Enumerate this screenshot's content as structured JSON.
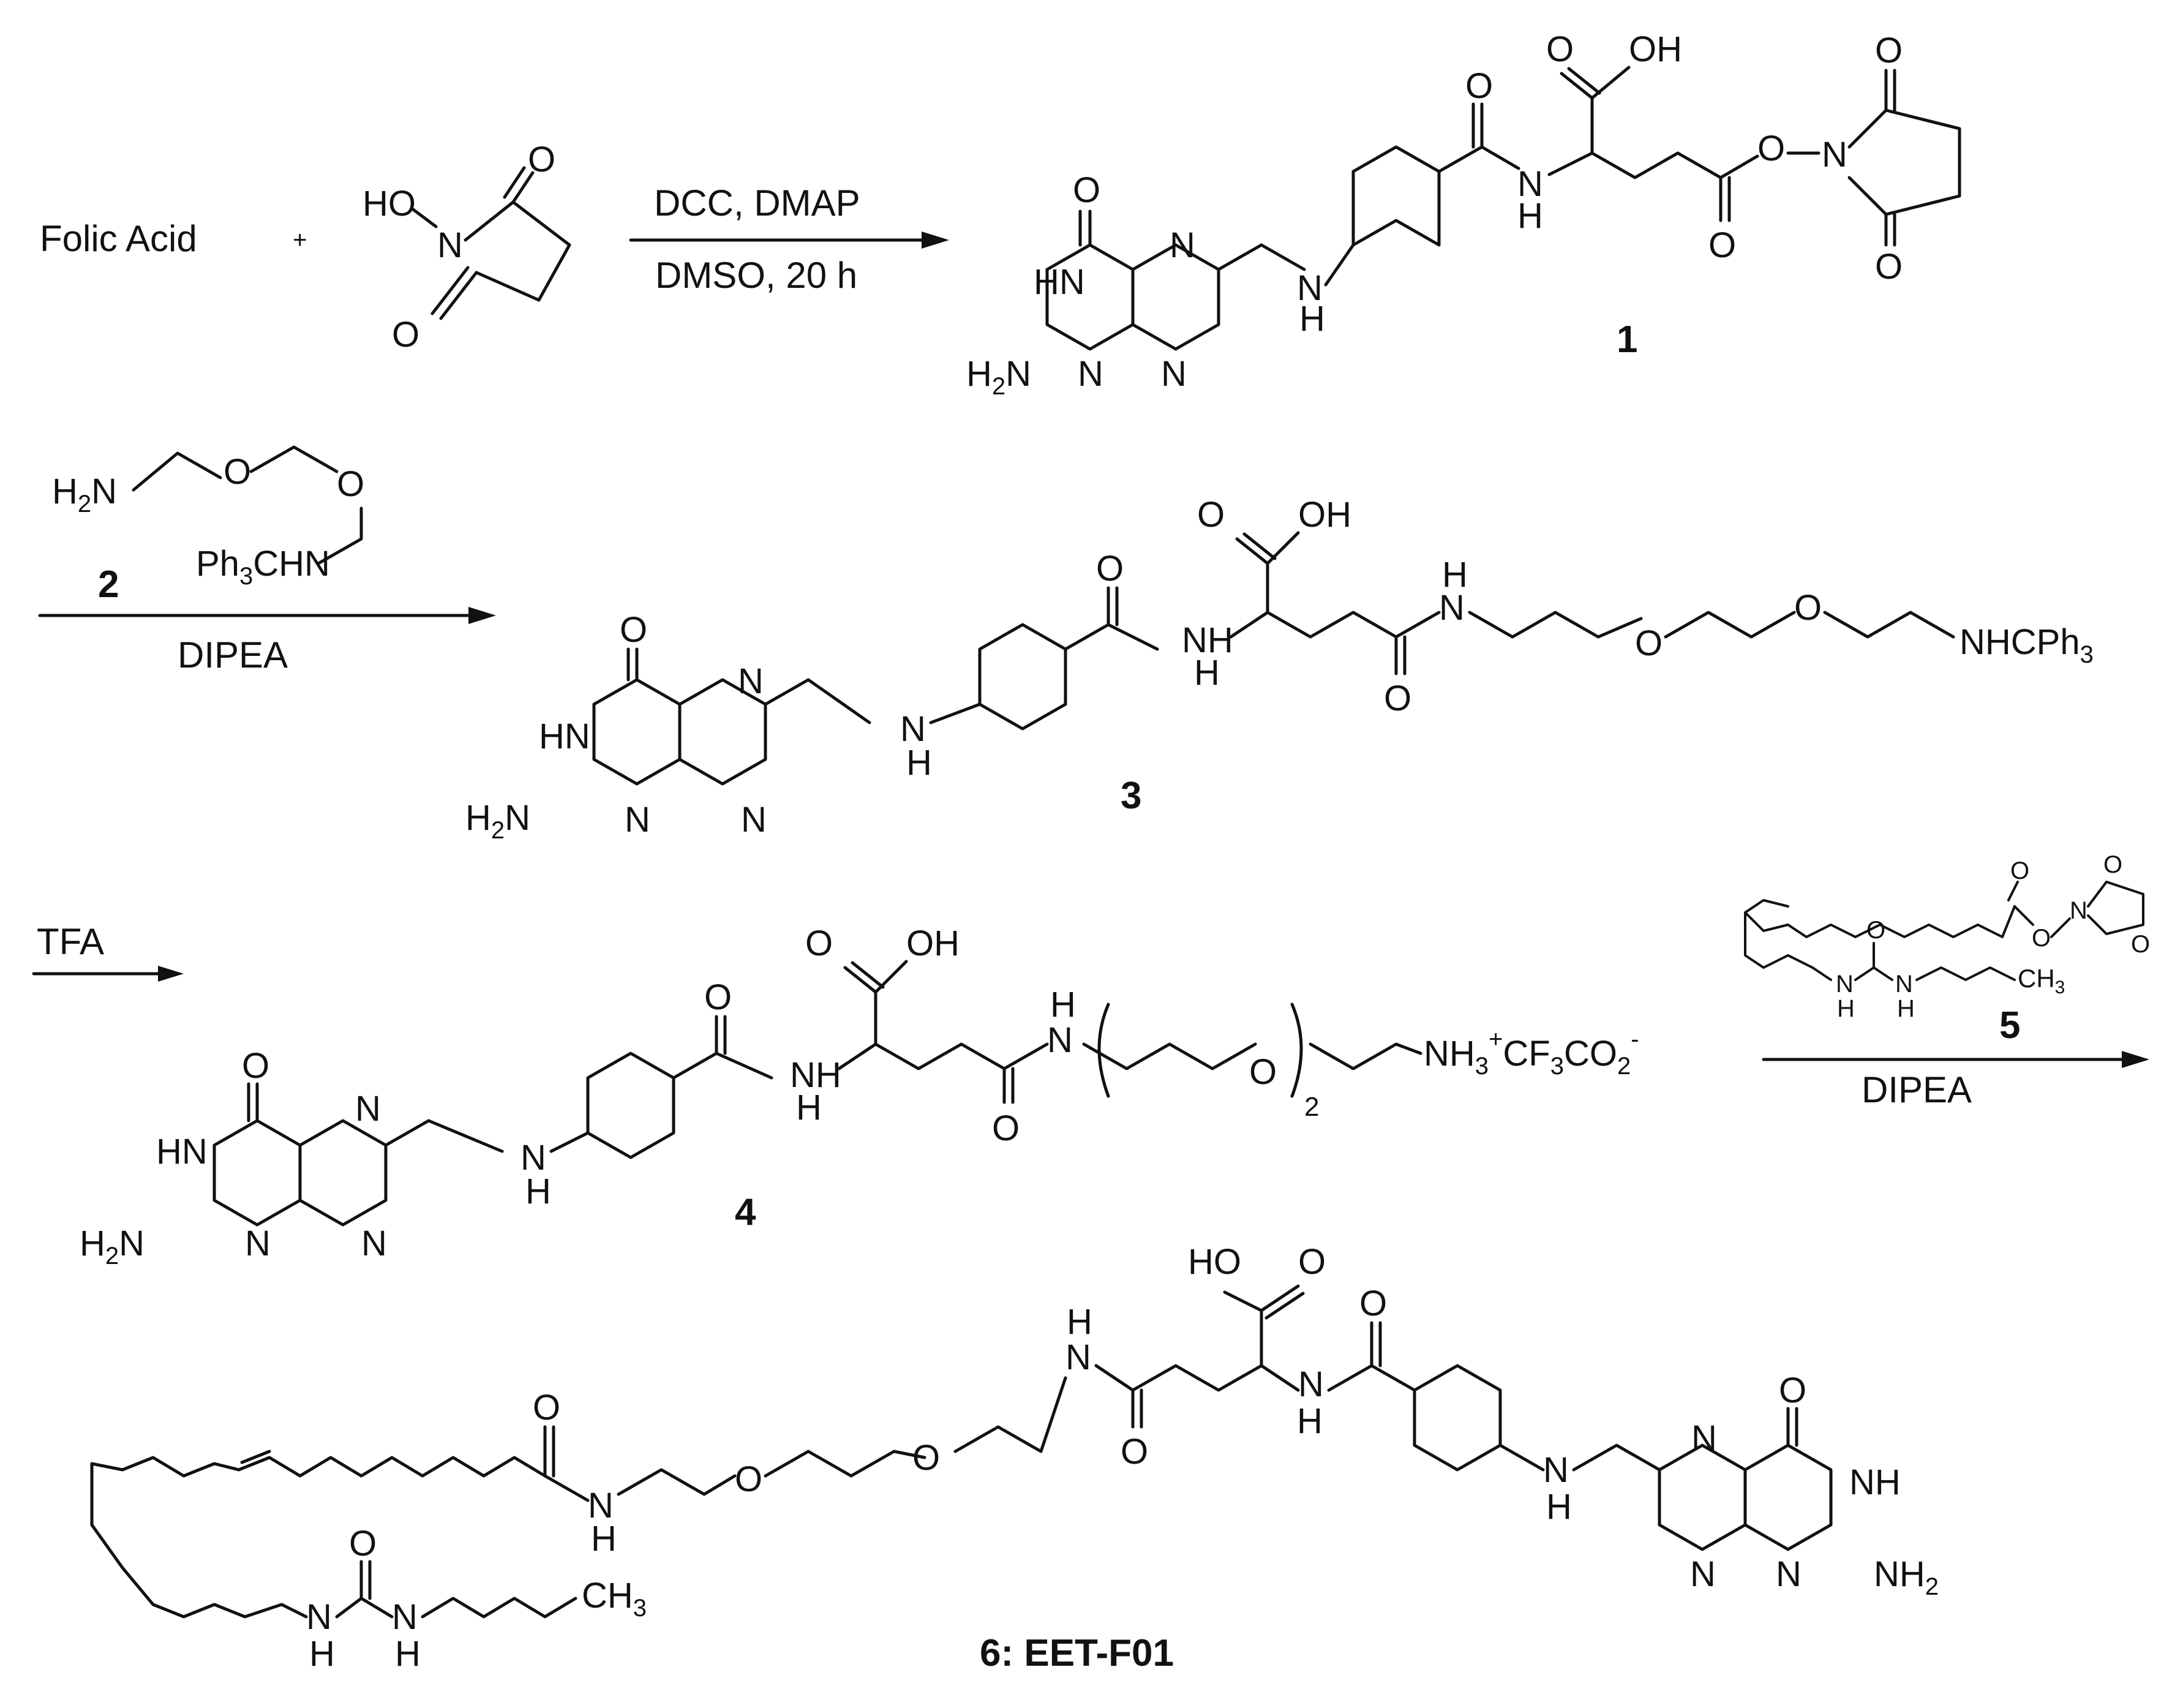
{
  "colors": {
    "ink": "#111111",
    "background": "#ffffff"
  },
  "step1": {
    "reactant_a": "Folic Acid",
    "plus": "+",
    "nhs_ho": "HO",
    "reagent_top": "DCC, DMAP",
    "reagent_bottom": "DMSO, 20 h"
  },
  "atoms": {
    "N": "N",
    "H": "H",
    "O": "O",
    "HN": "HN",
    "NH": "NH",
    "OH": "OH",
    "HO": "HO",
    "H2N": "H",
    "NH2": "NH",
    "two": "2",
    "three": "3"
  },
  "compounds": {
    "c1": "1",
    "c3": "3",
    "c4": "4",
    "c5": "5",
    "c6": "6: EET-F01"
  },
  "step2": {
    "reagent_label": "2",
    "base": "DIPEA",
    "ph3chn": "Ph",
    "chn_tail": "CHN",
    "nhcph": "NHCPh"
  },
  "step3": {
    "acid": "TFA",
    "repeat_n": "2",
    "ammonium": "NH",
    "plus_sign": "+",
    "counter": "CF",
    "co": "CO",
    "minus": "-",
    "ch3": "CH",
    "base": "DIPEA"
  }
}
